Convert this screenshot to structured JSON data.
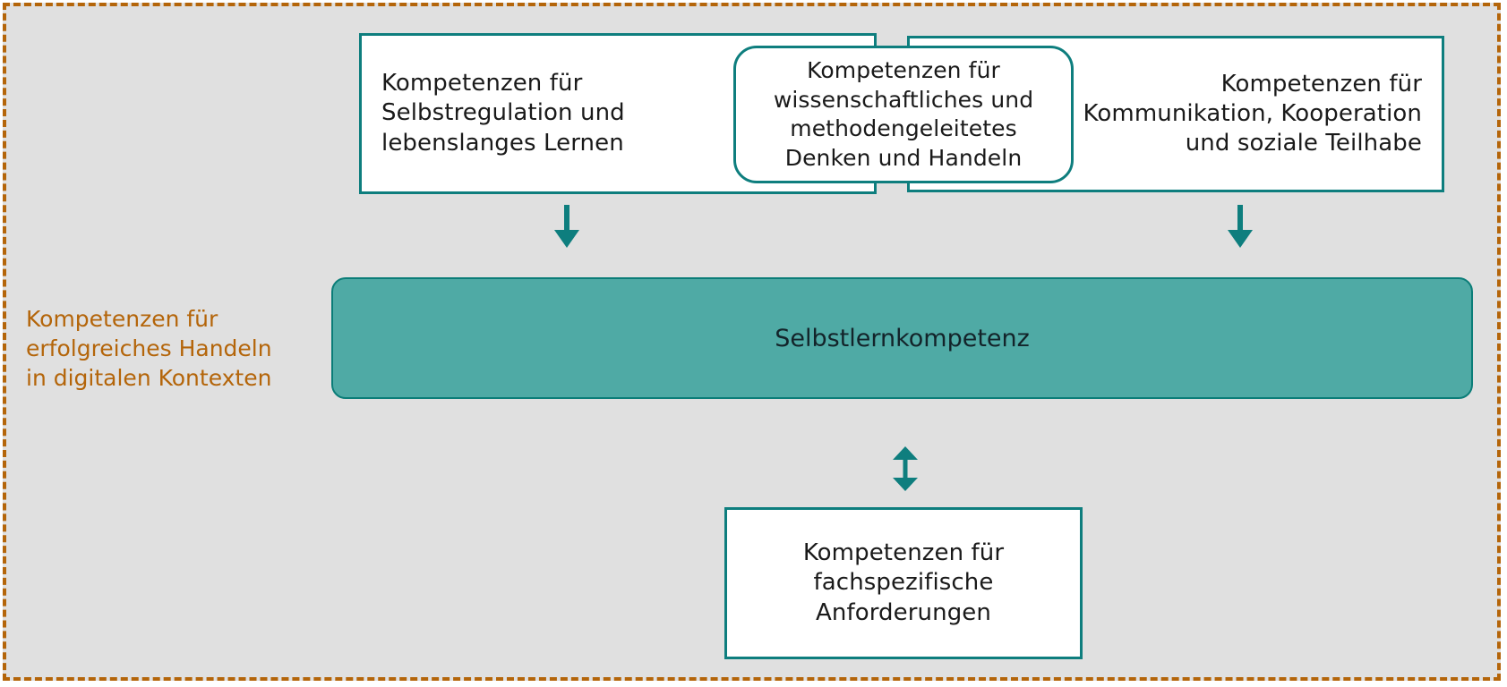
{
  "diagram": {
    "title_caption": "Kompetenzen für\nerfolgreiches Handeln\nin digitalen Kontexten",
    "background_color": "#e0e0e0",
    "frame_color": "#b4650a",
    "accent_teal": "#0e7e7e",
    "fill_teal": "#4faaa5",
    "boxes": {
      "top_left": {
        "label": "Kompetenzen für\nSelbstregulation und\nlebenslanges Lernen",
        "shape": "rectangle",
        "fill": "#ffffff",
        "border": "#0e7e7e"
      },
      "top_center": {
        "label": "Kompetenzen für\nwissenschaftliches und\nmethodengeleitetes\nDenken und Handeln",
        "shape": "rounded-rectangle",
        "fill": "#ffffff",
        "border": "#0e7e7e"
      },
      "top_right": {
        "label": "Kompetenzen für\nKommunikation, Kooperation\nund soziale Teilhabe",
        "shape": "rectangle",
        "fill": "#ffffff",
        "border": "#0e7e7e"
      },
      "center_bar": {
        "label": "Selbstlernkompetenz",
        "shape": "rounded-rectangle",
        "fill": "#4faaa5",
        "border": "#0b7d78"
      },
      "bottom": {
        "label": "Kompetenzen für\nfachspezifische\nAnforderungen",
        "shape": "rectangle",
        "fill": "#ffffff",
        "border": "#0e7e7e"
      }
    },
    "connectors": [
      {
        "name": "arrow-left-down",
        "icon": "arrow-down-icon",
        "direction": "down",
        "color": "#0e7e7e"
      },
      {
        "name": "arrow-right-down",
        "icon": "arrow-down-icon",
        "direction": "down",
        "color": "#0e7e7e"
      },
      {
        "name": "arrow-bidirectional",
        "icon": "arrow-up-down-icon",
        "direction": "up-down",
        "color": "#0e7e7e"
      }
    ]
  }
}
